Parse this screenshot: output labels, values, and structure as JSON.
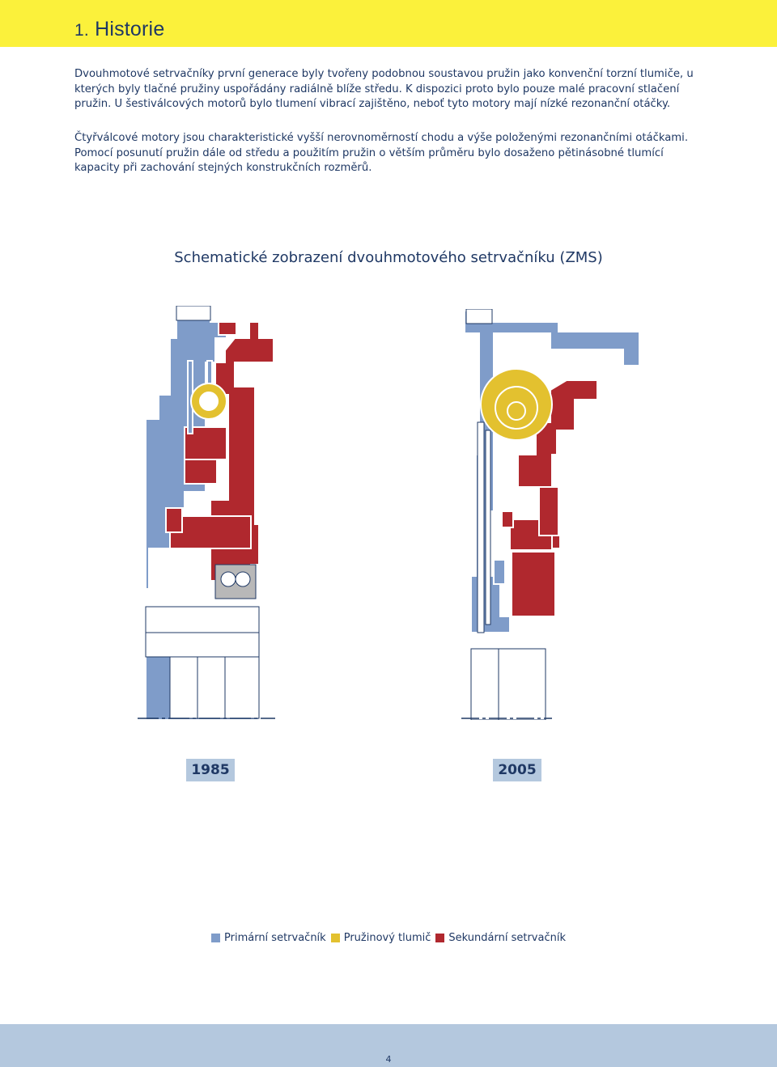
{
  "header": {
    "chapter_number": "1.",
    "chapter_title": "Historie"
  },
  "body": {
    "paragraph_1": "Dvouhmotové setrvačníky první generace byly tvořeny podobnou soustavou pružin jako konvenční torzní tlumiče, u kterých byly tlačné pružiny uspořádány radiálně blíže středu. K dispozici proto bylo pouze malé pracovní stlačení pružin. U šestiválco­vých motorů bylo tlumení vibrací zajištěno, neboť tyto motory mají nízké rezonanční otáčky.",
    "paragraph_2": "Čtyřválcové motory jsou charakteristické vyšší nerovnoměrností chodu a výše položenými rezonančními otáčkami. Pomocí posunutí pružin dále od středu a použitím pružin o větším průměru bylo dosaženo pětinásobné tlumící kapacity při zachování stejných konstrukčních rozměrů."
  },
  "figure": {
    "title": "Schematické zobrazení dvouhmotového setrvačníku (ZMS)",
    "diagrams": [
      {
        "year": "1985"
      },
      {
        "year": "2005"
      }
    ],
    "legend": [
      {
        "label": "Primární setrvačník",
        "color": "#7f9cc9"
      },
      {
        "label": "Pružinový tlumič",
        "color": "#e3c12f"
      },
      {
        "label": "Sekundární setrvačník",
        "color": "#b0282e"
      }
    ]
  },
  "colors": {
    "header_band": "#fbf13b",
    "footer_band": "#b4c8de",
    "text": "#1f3864",
    "primary": "#7f9cc9",
    "spring": "#e3c12f",
    "secondary": "#b0282e"
  },
  "footer": {
    "page_number": "4"
  }
}
